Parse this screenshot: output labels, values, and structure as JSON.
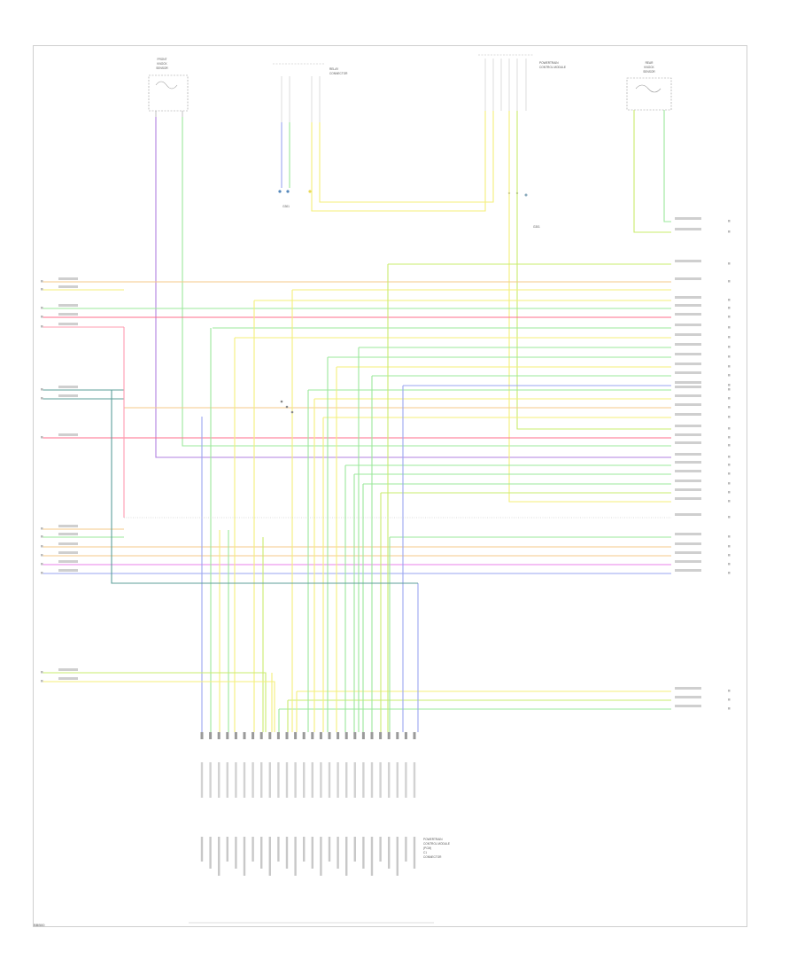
{
  "diagram": {
    "components": {
      "front_knock": [
        "FRONT",
        "KNOCK",
        "SENSOR"
      ],
      "relay_top": [
        "RELAY",
        "CONNECTOR"
      ],
      "pcm_top": [
        "POWERTRAIN",
        "CONTROL MODULE"
      ],
      "rear_knock": [
        "REAR",
        "KNOCK",
        "SENSOR"
      ],
      "ground": [
        "G301"
      ],
      "pcm_bottom": [
        "POWERTRAIN",
        "CONTROL MODULE",
        "(PCM)",
        "C1",
        "CONNECTOR"
      ]
    },
    "colors": {
      "border": "#d0d0d0",
      "yellow": "#f4ef7a",
      "green": "#9be89b",
      "lime": "#c9ec6e",
      "pink": "#ff9cb0",
      "red": "#ff6d8b",
      "blue": "#9aa6f0",
      "teal": "#5c9f9a",
      "magenta": "#e880e8",
      "violet": "#b080e0",
      "orange": "#f4c98a"
    }
  },
  "footer": {
    "code": "BBB00"
  }
}
